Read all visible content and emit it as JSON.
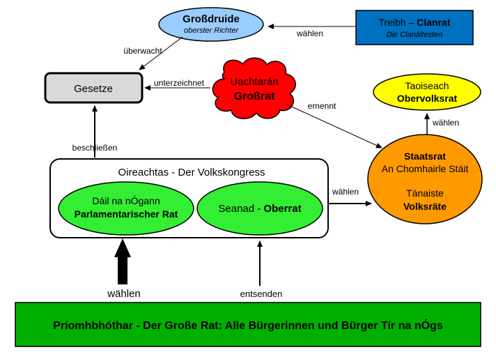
{
  "nodes": {
    "grossdruide": {
      "title": "Großdruide",
      "subtitle": "oberster Richter",
      "fill": "#99ccff"
    },
    "treibh": {
      "title_plain": "Treibh – ",
      "title_bold": "Clanrat",
      "subtitle": "Die Clanältesten",
      "fill": "#0070c0"
    },
    "gesetze": {
      "label": "Gesetze",
      "fill": "#d9d9d9"
    },
    "uachtaran": {
      "line1": "Uachtarán",
      "line2": "Großrat",
      "fill": "#ff0000"
    },
    "taoiseach": {
      "line1": "Taoiseach",
      "line2": "Obervolksrat",
      "fill": "#ffff00"
    },
    "staatsrat": {
      "line1": "Staatsrat",
      "line2": "An Chomhairle Stáit",
      "line3": "Tánaiste",
      "line4": "Volksräte",
      "fill": "#ff9900"
    },
    "oireachtas": {
      "title": "Oireachtas - Der Volkskongress"
    },
    "dail": {
      "line1": "Dáil na nÓgann",
      "line2": "Parlamentarischer Rat",
      "fill": "#33ee33"
    },
    "seanad": {
      "plain": "Seanad - ",
      "bold": "Oberrat",
      "fill": "#33ee33"
    },
    "priomh": {
      "label": "Príomhbhóthar - Der Große Rat: Alle Bürgerinnen und Bürger Tír na nÓgs",
      "fill": "#00b000"
    }
  },
  "edges": {
    "waehlen_clanrat": "wählen",
    "ueberwacht": "überwacht",
    "unterzeichnet": "unterzeichnet",
    "ernennt": "ernennt",
    "waehlen_taoiseach": "wählen",
    "beschliessen": "beschließen",
    "waehlen_staatsrat": "wählen",
    "waehlen_volk": "wählen",
    "entsenden": "entsenden"
  }
}
